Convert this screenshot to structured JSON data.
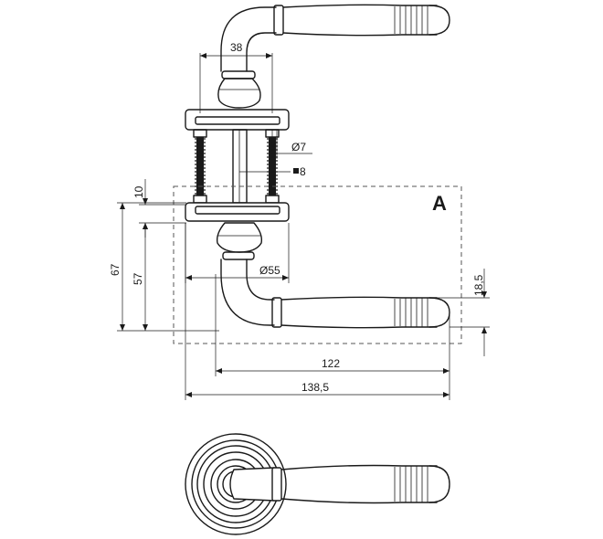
{
  "drawing": {
    "zone_label": "A",
    "dimensions": {
      "rose_neck": "38",
      "screw_diameter": "Ø7",
      "spindle_square": "8",
      "rose_thickness": "10",
      "height_total": "67",
      "height_axis": "57",
      "rose_diameter": "Ø55",
      "lever_projection": "18,5",
      "lever_length": "122",
      "total_length": "138,5"
    }
  }
}
